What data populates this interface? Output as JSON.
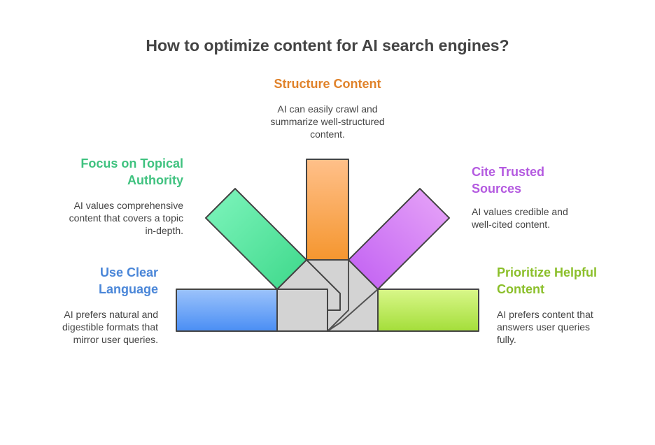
{
  "title": "How to optimize content for AI search engines?",
  "items": [
    {
      "heading": "Structure Content",
      "description": "AI can easily crawl and summarize well-structured content.",
      "color": "#e0822a"
    },
    {
      "heading": "Focus on Topical Authority",
      "description": "AI values comprehensive content that covers a topic in-depth.",
      "color": "#3fc27f"
    },
    {
      "heading": "Cite Trusted Sources",
      "description": "AI values credible and well-cited content.",
      "color": "#b45ae0"
    },
    {
      "heading": "Use Clear Language",
      "description": "AI prefers natural and digestible formats that mirror user queries.",
      "color": "#4a86d8"
    },
    {
      "heading": "Prioritize Helpful Content",
      "description": "AI prefers content that answers user queries fully.",
      "color": "#8bbf2a"
    }
  ]
}
